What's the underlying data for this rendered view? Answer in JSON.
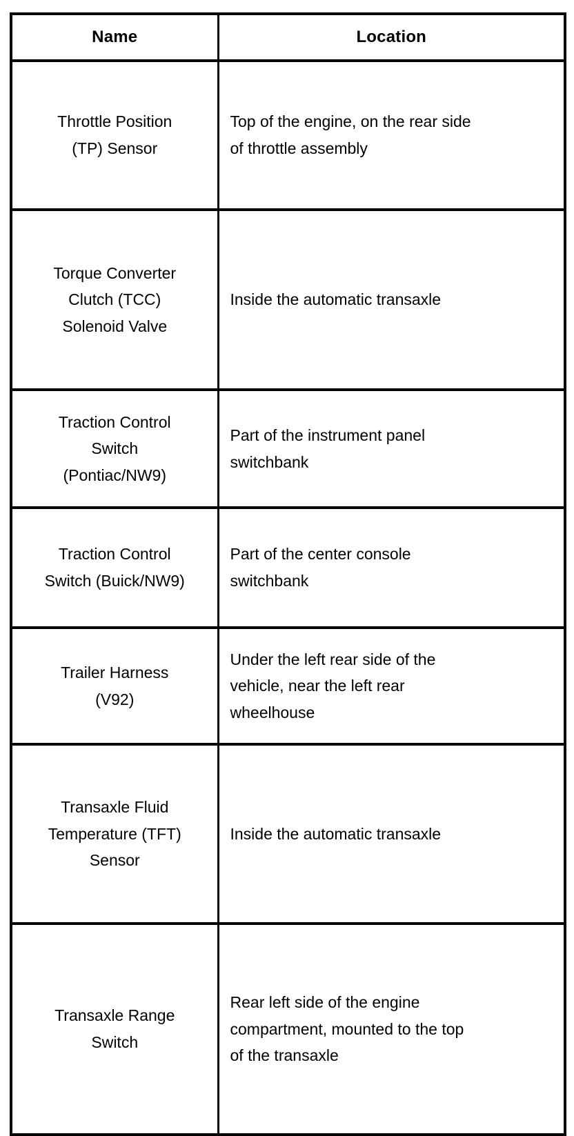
{
  "table": {
    "columns": [
      {
        "key": "name",
        "label": "Name",
        "align": "center"
      },
      {
        "key": "location",
        "label": "Location",
        "align": "left"
      }
    ],
    "rows": [
      {
        "name_lines": [
          "Throttle Position",
          "(TP) Sensor"
        ],
        "name": "Throttle Position (TP) Sensor",
        "location_lines": [
          "Top of the engine, on the rear side",
          "of throttle assembly"
        ],
        "location": "Top of the engine, on the rear side of throttle assembly"
      },
      {
        "name_lines": [
          "Torque Converter",
          "Clutch (TCC)",
          "Solenoid Valve"
        ],
        "name": "Torque Converter Clutch (TCC) Solenoid Valve",
        "location_lines": [
          "Inside the automatic transaxle"
        ],
        "location": "Inside the automatic transaxle"
      },
      {
        "name_lines": [
          "Traction Control",
          "Switch",
          "(Pontiac/NW9)"
        ],
        "name": "Traction Control Switch (Pontiac/NW9)",
        "location_lines": [
          "Part of the instrument panel",
          "switchbank"
        ],
        "location": "Part of the instrument panel switchbank"
      },
      {
        "name_lines": [
          "Traction Control",
          "Switch (Buick/NW9)"
        ],
        "name": "Traction Control Switch (Buick/NW9)",
        "location_lines": [
          "Part of the center console",
          "switchbank"
        ],
        "location": "Part of the center console switchbank"
      },
      {
        "name_lines": [
          "Trailer Harness",
          "(V92)"
        ],
        "name": "Trailer Harness (V92)",
        "location_lines": [
          "Under the left rear side of the",
          "vehicle, near the left rear",
          "wheelhouse"
        ],
        "location": "Under the left rear side of the vehicle, near the left rear wheelhouse"
      },
      {
        "name_lines": [
          "Transaxle Fluid",
          "Temperature (TFT)",
          "Sensor"
        ],
        "name": "Transaxle Fluid Temperature (TFT) Sensor",
        "location_lines": [
          "Inside the automatic transaxle"
        ],
        "location": "Inside the automatic transaxle"
      },
      {
        "name_lines": [
          "Transaxle Range",
          "Switch"
        ],
        "name": "Transaxle Range Switch",
        "location_lines": [
          "Rear left side of the engine",
          "compartment, mounted to the top",
          "of the transaxle"
        ],
        "location": "Rear left side of the engine compartment, mounted to the top of the transaxle"
      }
    ]
  },
  "style": {
    "border_color": "#000000",
    "text_color": "#000000",
    "background": "#ffffff"
  }
}
